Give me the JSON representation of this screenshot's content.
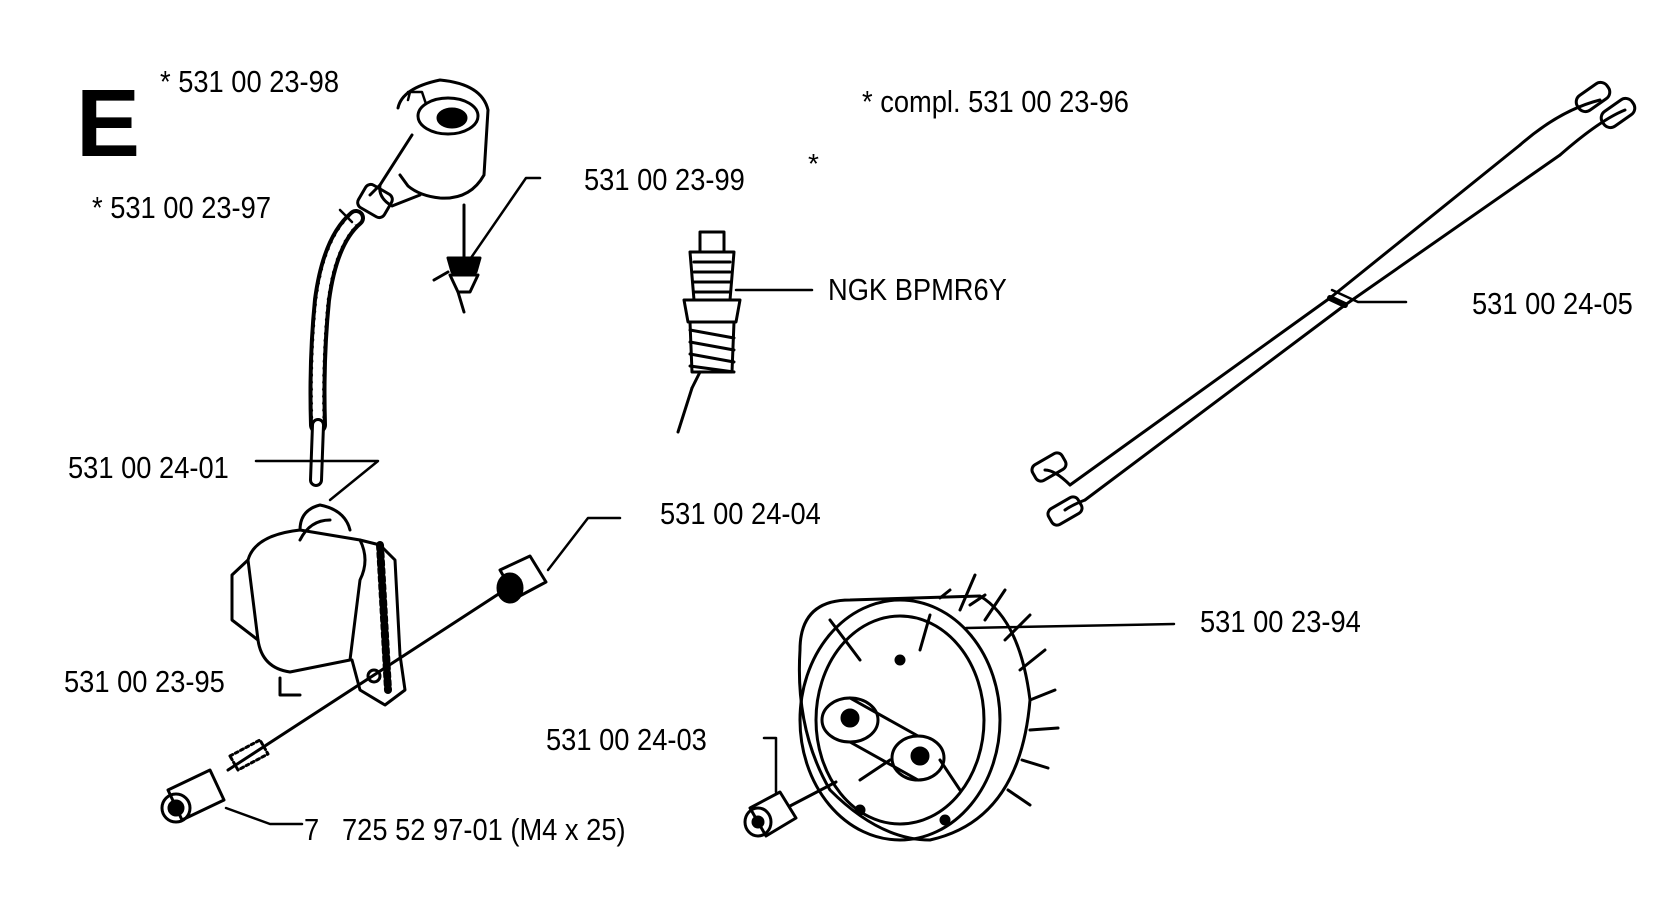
{
  "section_letter": "E",
  "labels": {
    "boot": "* 531 00 23-98",
    "lead_compl": "*  compl. 531 00 23-96",
    "hose": "*  531 00 23-97",
    "spring": "531 00 23-99",
    "spring_star": "*",
    "plug": "NGK BPMR6Y",
    "wire": "531 00 24-05",
    "module_lead": "531 00 24-01",
    "spacer": "531 00 24-04",
    "module": "531 00 23-95",
    "flywheel": "531 00 23-94",
    "nut": "531 00 24-03",
    "screw_qty": "7",
    "screw": "725 52 97-01 (M4 x 25)"
  },
  "colors": {
    "ink": "#000000",
    "paper": "#ffffff"
  }
}
